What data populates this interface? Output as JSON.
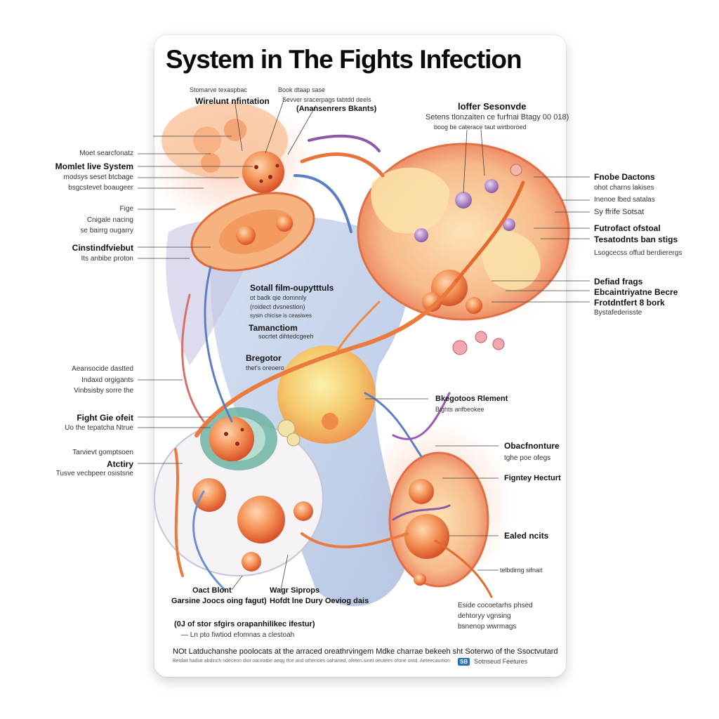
{
  "title": "System in The Fights Infection",
  "labels": {
    "top_left_small": "Stomarve texaspbac",
    "top_left_bold": "Wirelunt nfintation",
    "top_mid_small": "Book dtaap sase",
    "top_mid_small2": "Sevver sracerpags tabtdd deels",
    "top_mid_bold": "(Anansenrers Bkants)",
    "top_right_bold": "loffer Sesonvde",
    "top_right_line2": "Setens tlonzaiten ce furfnai Btagy 00 018)",
    "top_right_line3": "boog be caterace taut wirtboroed",
    "left_1_small": "Moet searcfonatz",
    "left_1_bold": "Momlet live System",
    "left_1_small2": "modsys seset btcbage",
    "left_1_small3": "bsgcstevet boaugeer",
    "left_2_small": "Fige",
    "left_2_small2": "Cnigale nacing",
    "left_2_small3": "se bairrg ougarry",
    "left_3_bold": "Cinstindfviebut",
    "left_3_small": "Its anbibe proton",
    "left_4_small": "Aeansocide dastted",
    "left_4_small2": "Indaxd orgigants",
    "left_4_small3": "Vinbsisby sorre the",
    "left_5_bold": "Fight Gie ofeit",
    "left_5_small": "Uo the tepatcha Ntrue",
    "left_6_small": "Tarvievt gomptsoen",
    "left_6_bold": "Atctiry",
    "left_6_small2": "Tusve vecbpeer osistsne",
    "center_bold": "Sotall film-oupytttuls",
    "center_small": "ot badk qie domnnly",
    "center_small2": "(roidect dvsnestion)",
    "center_small3": "sysin chicise is ceasiwes",
    "center_bold2": "Tamanctiom",
    "center_small4": "socrtet dihtedcgeeh",
    "center_bold3": "Bregotor",
    "center_small5": "thet's oreoero",
    "right_1_bold": "Fnobe Dactons",
    "right_1_small": "ohot charns lakises",
    "right_1_small2": "Inenoe lbed satalas",
    "right_1_small3": "Sy ffrife Sotsat",
    "right_2_bold": "Futrofact ofstoal",
    "right_2_bold2": "Tesatodnts ban stigs",
    "right_2_small": "Lsogcecss offud berdierergs",
    "right_3_bold": "Defiad frags",
    "right_3_bold2": "Ebcaintriyatne Becre",
    "right_3_bold3": "Frotdntfert 8 bork",
    "right_3_small": "Bystafederisste",
    "mid_right_bold": "Bkegotoos Rlement",
    "mid_right_small": "Bights anfbeokee",
    "right_4_bold": "Obacfnonture",
    "right_4_small": "tghe poe ofegs",
    "right_5_bold": "Figntey Hecturt",
    "right_6_bold": "Ealed ncits",
    "right_7_small": "telbdirng sifnait",
    "right_8_small": "Eside cocoetarhs phsed",
    "right_8_small2": "dehtoryy vgnsing",
    "right_8_small3": "bsnenop wwrmags",
    "bottom_1_bold": "Oact Blont",
    "bottom_1_bold2": "Garsine Joocs oing fagut)",
    "bottom_2_bold": "Wagr Siprops",
    "bottom_2_bold2": "Hofdt lne Dury Oeviog dais",
    "bottom_note_bold": "(0J of stor sfgirs orapanhilikec ifestur)",
    "bottom_note_small": "— Ln pto fiwtiod efomnas a clestoah"
  },
  "footer": {
    "line1": "NOt Latduchanshe poolocats at the arraced oreathrvingem Mdke charrae bekeeh sht Soterwo of the Ssoctvutard",
    "line2": "Betdait hadiat abdinch ndeceon diot oaceatbe aeqg tfce and othenoes oahaned, ofeten.sinet oeutees ofone ontd. Aeteecaurtion",
    "brand_badge": "SB",
    "brand_text": "Sotnseud Feetures"
  },
  "colors": {
    "accent_orange": "#f07a3a",
    "vessel_blue": "#5b7fc4",
    "vessel_purple": "#8a5aa8",
    "tissue_peach": "#f9c9a8",
    "label_text": "#111111"
  }
}
